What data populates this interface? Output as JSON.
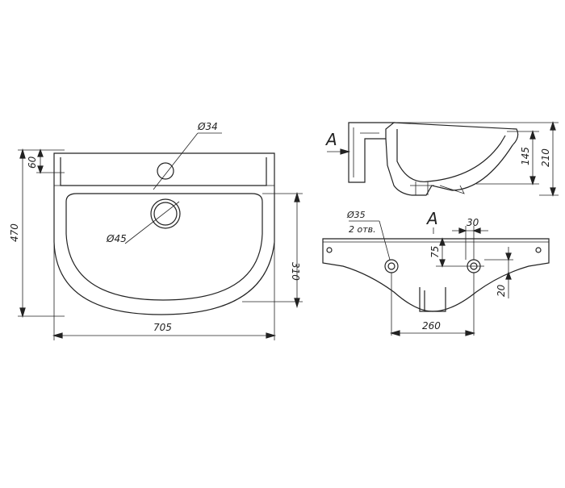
{
  "top_view": {
    "dim_width": "705",
    "dim_depth": "470",
    "dim_back_ledge": "60",
    "dim_bowl_depth": "310",
    "tap_hole": "Ø34",
    "drain_hole": "Ø45"
  },
  "side_view": {
    "section_letter": "A",
    "dim_bowl_height": "145",
    "dim_total_height": "210"
  },
  "front_view": {
    "section_letter": "A",
    "mount_hole": "Ø35",
    "mount_hole_count": "2 отв.",
    "dim_hole_offset": "30",
    "dim_hole_depth": "75",
    "dim_hole_low": "20",
    "dim_hole_spacing": "260"
  }
}
